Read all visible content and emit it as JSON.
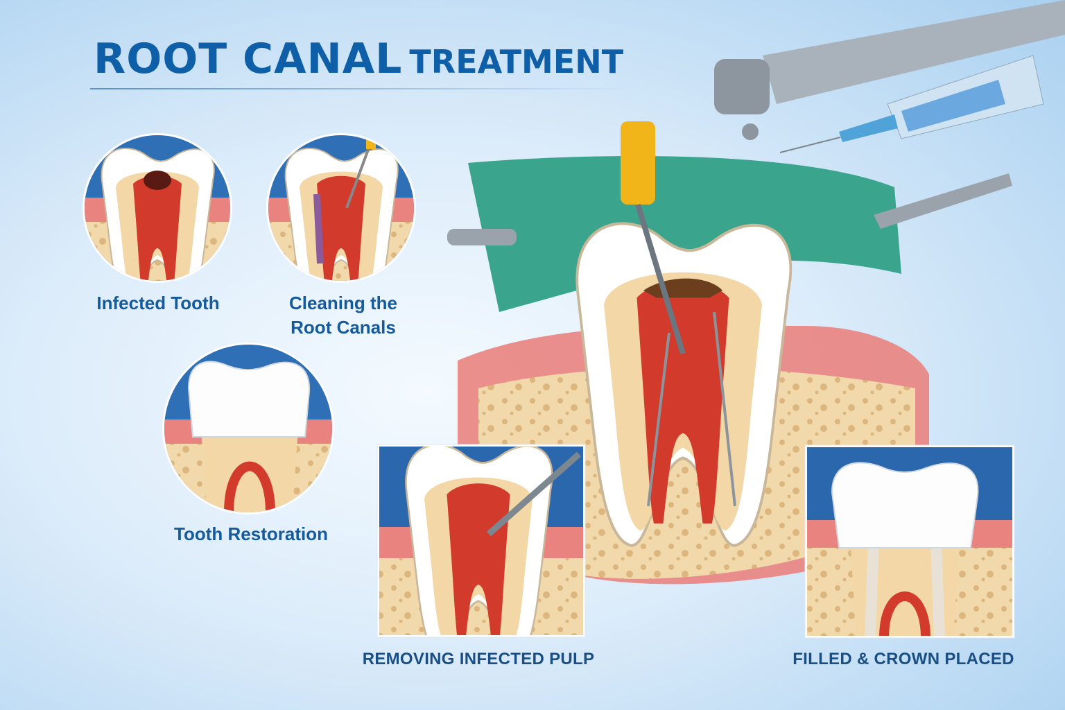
{
  "title": {
    "main": "ROOT CANAL",
    "sub": "TREATMENT"
  },
  "steps": [
    {
      "label": "Infected Tooth"
    },
    {
      "label_line1": "Cleaning the",
      "label_line2": "Root Canals"
    },
    {
      "label": "Tooth Restoration"
    },
    {
      "label": "REMOVING INFECTED PULP"
    },
    {
      "label": "FILLED & CROWN PLACED"
    }
  ],
  "colors": {
    "title": "#0f5fa8",
    "gum": "#e9837f",
    "pulp": "#d23a2c",
    "dentin": "#f3d7a6",
    "enamel": "#ffffff",
    "dam": "#3aa58c",
    "bone": "#f1d9ac"
  }
}
